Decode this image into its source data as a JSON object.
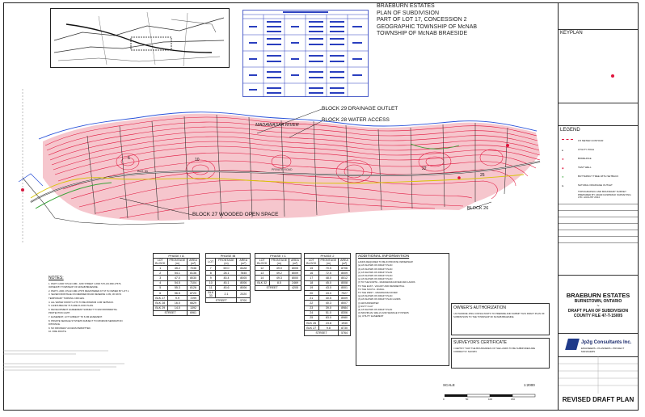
{
  "title": {
    "line1": "BRAEBURN ESTATES",
    "line2": "PLAN OF SUBDIVISION",
    "line3": "PART OF LOT 17, CONCESSION 2",
    "line4": "GEOGRAPHIC TOWNSHIP OF McNAB",
    "line5": "TOWNSHIP OF McNAB BRAESIDE"
  },
  "keyplan_label": "KEYPLAN",
  "legend": {
    "heading": "LEGEND",
    "items": [
      "0.5 METER CONTOUR",
      "UTILITY POLE",
      "BOREHOLE",
      "TEST WELL",
      "BUTTERNUT TREE WITH SETBACK",
      "NATURAL DRAINAGE OUTLET",
      "TOPOGRAPHIC AND BOUNDARY SURVEY PREPARED BY ADAM KASPRZAK SURVEYING LTD. AUGUST 2014"
    ]
  },
  "plan": {
    "river_label": "MADAWASKA RIVER",
    "block29": "BLOCK 29 DRAINAGE OUTLET",
    "block28": "BLOCK 28 WATER ACCESS",
    "block27": "BLOCK 27 WOODED OPEN SPACE",
    "block26": "BLOCK 26",
    "lot_labels": [
      "6",
      "10",
      "22",
      "25"
    ],
    "blk_label": "BLK 31",
    "road_label": "PRIVATE ROAD"
  },
  "phases": [
    {
      "name": "PHASE I A",
      "cols": [
        "LOT BLOCK",
        "FRONTAGE (m)",
        "AREA (m²)"
      ],
      "rows": [
        [
          "1",
          "45.2",
          "7036"
        ],
        [
          "2",
          "54.1",
          "8136"
        ],
        [
          "3",
          "47.0",
          "8030"
        ],
        [
          "4",
          "54.5",
          "7104"
        ],
        [
          "5",
          "55.3",
          "8126"
        ],
        [
          "6",
          "56.5",
          "8720"
        ],
        [
          "BLK 27",
          "9.9",
          "7299"
        ],
        [
          "BLK 28",
          "16.0",
          "6629"
        ],
        [
          "BLK 29",
          "14.0",
          "1392"
        ]
      ],
      "street": "STREET",
      "street_val": "6961"
    },
    {
      "name": "PHASE IB",
      "cols": [
        "LOT",
        "FRONTAGE (m)",
        "AREA (m²)"
      ],
      "rows": [
        [
          "7",
          "69.0",
          "8428"
        ],
        [
          "8",
          "28.1",
          "7845"
        ],
        [
          "9",
          "45.4",
          "8005"
        ],
        [
          "10",
          "45.1",
          "8006"
        ],
        [
          "11",
          "45.6",
          "8006"
        ],
        [
          "BLK 30",
          "2.1",
          "2020"
        ]
      ],
      "street": "STREET",
      "street_val": "5700"
    },
    {
      "name": "PHASE I C",
      "cols": [
        "LOT BLOCK",
        "FRONTAGE (m)",
        "AREA (m²)"
      ],
      "rows": [
        [
          "12",
          "49.0",
          "8005"
        ],
        [
          "13",
          "49.2",
          "8009"
        ],
        [
          "14",
          "49.3",
          "8000"
        ],
        [
          "BLK 32",
          "8.5",
          "2469"
        ]
      ],
      "street": "STREET",
      "street_val": "4205"
    },
    {
      "name": "PHASE 2",
      "cols": [
        "LOT BLOCK",
        "FRONTAGE (m)",
        "AREA (m²)"
      ],
      "rows": [
        [
          "15",
          "70.5",
          "8706"
        ],
        [
          "16",
          "72.5",
          "8009"
        ],
        [
          "17",
          "48.0",
          "8012"
        ],
        [
          "18",
          "45.0",
          "8008"
        ],
        [
          "19",
          "43.0",
          "8001"
        ],
        [
          "20",
          "43.0",
          "7927"
        ],
        [
          "21",
          "40.5",
          "8009"
        ],
        [
          "22",
          "40.3",
          "8007"
        ],
        [
          "23",
          "39.0",
          "8984"
        ],
        [
          "24",
          "51.0",
          "8306"
        ],
        [
          "25",
          "83.0",
          "8980"
        ],
        [
          "BLK 26",
          "23.8",
          "1940"
        ],
        [
          "BLK 27",
          "9.8",
          "8730"
        ]
      ],
      "street": "STREET",
      "street_val": "5764"
    }
  ],
  "notes": {
    "heading": "NOTES:",
    "items": [
      "1. PART 4 AND 5 PLAN 49R-. AND STREET 4 AND 5 PLAN 49R-17576, OWNED BY TOWNSHIP OF McNAB BRAESIDE.",
      "2. PART 1 AND 2 PLAN 49R-17576 REGISTERED AT ST IS OWNED BY LOT 1.",
      "3. SEVER FRONTAGE ON MERNIER ROAD RESERVE 1.0M, 30 DAYS TEMPORARY TURNING CIRCLES.",
      "4. ALL WATER FRONT LOTS TO BE MINIMUM 4.0M SETBACK.",
      "5. LANDS BELOW 73.5 ARE FLOOD PLAIN.",
      "6. DEVELOPMENT AGREEMENT SUBJECT TO ENVIRONMENTAL PROTECTION LIMIT.",
      "7. EASEMENT, LOT SUBJECT TO 6.0M EASEMENT.",
      "8. PRIVATE SEWAGE SYSTEMS SUBJECT TO MINIMUM SEPARATION DISTANCE.",
      "9. NO DRIVEWAY ACCESS PERMITTED.",
      "10. FIRE ROUTE."
    ]
  },
  "additional": {
    "heading": "ADDITIONAL INFORMATION",
    "items": [
      "LANDS REQUIRED TO BE IN PRIVATE OWNERSHIP.",
      "(a) AS SHOWN ON DRAFT PLAN",
      "(b) AS SHOWN ON DRAFT PLAN",
      "(c) AS SHOWN ON DRAFT PLAN",
      "(d) AS SHOWN ON DRAFT PLAN",
      "(e) AS SHOWN ON DRAFT PLAN",
      "(f) TO THE NORTH - MADAWASKA RIVER AND LANDS",
      "TO THE EAST - VACANT AND RESIDENTIAL",
      "TO THE SOUTH - RURAL",
      "TO THE WEST - MADAWASKA RIVER",
      "(g) AS SHOWN ON DRAFT PLAN",
      "(h) AS SHOWN ON DRAFT PLAN LANDS",
      "(i) GROUNDWATER",
      "(j) SILTY CLAY",
      "(k) AS SHOWN ON DRAFT PLAN",
      "(l) INDIVIDUAL WELLS AND SEWAGE SYSTEMS",
      "(m) UTILITY EASEMENT"
    ]
  },
  "owner_box": {
    "heading": "OWNER'S AUTHORIZATION",
    "text": "I AUTHORIZE JP2G CONSULTANTS TO PREPARE AND SUBMIT THIS DRAFT PLAN OF SUBDIVISION TO THE TOWNSHIP OF McNAB BRAESIDE."
  },
  "surveyor_box": {
    "heading": "SURVEYOR'S CERTIFICATE",
    "text": "I CERTIFY THAT THE BOUNDARIES OF THE LANDS TO BE SUBDIVIDED ARE CORRECTLY SHOWN."
  },
  "project": {
    "name": "BRAEBURN ESTATES",
    "location": "BURNSTOWN, ONTARIO",
    "dash": "~",
    "plan_type": "DRAFT PLAN OF SUBDIVISION",
    "file": "COUNTY FILE 47-T-15005"
  },
  "consultant": {
    "name": "Jp2g Consultants Inc.",
    "sub": "ENGINEERS • PLANNERS • PROJECT MANAGERS"
  },
  "sheet_title": "REVISED DRAFT PLAN",
  "scale": {
    "label": "SCALE",
    "ratio": "1:2000",
    "ticks": [
      "0",
      "50",
      "100",
      "150"
    ]
  }
}
